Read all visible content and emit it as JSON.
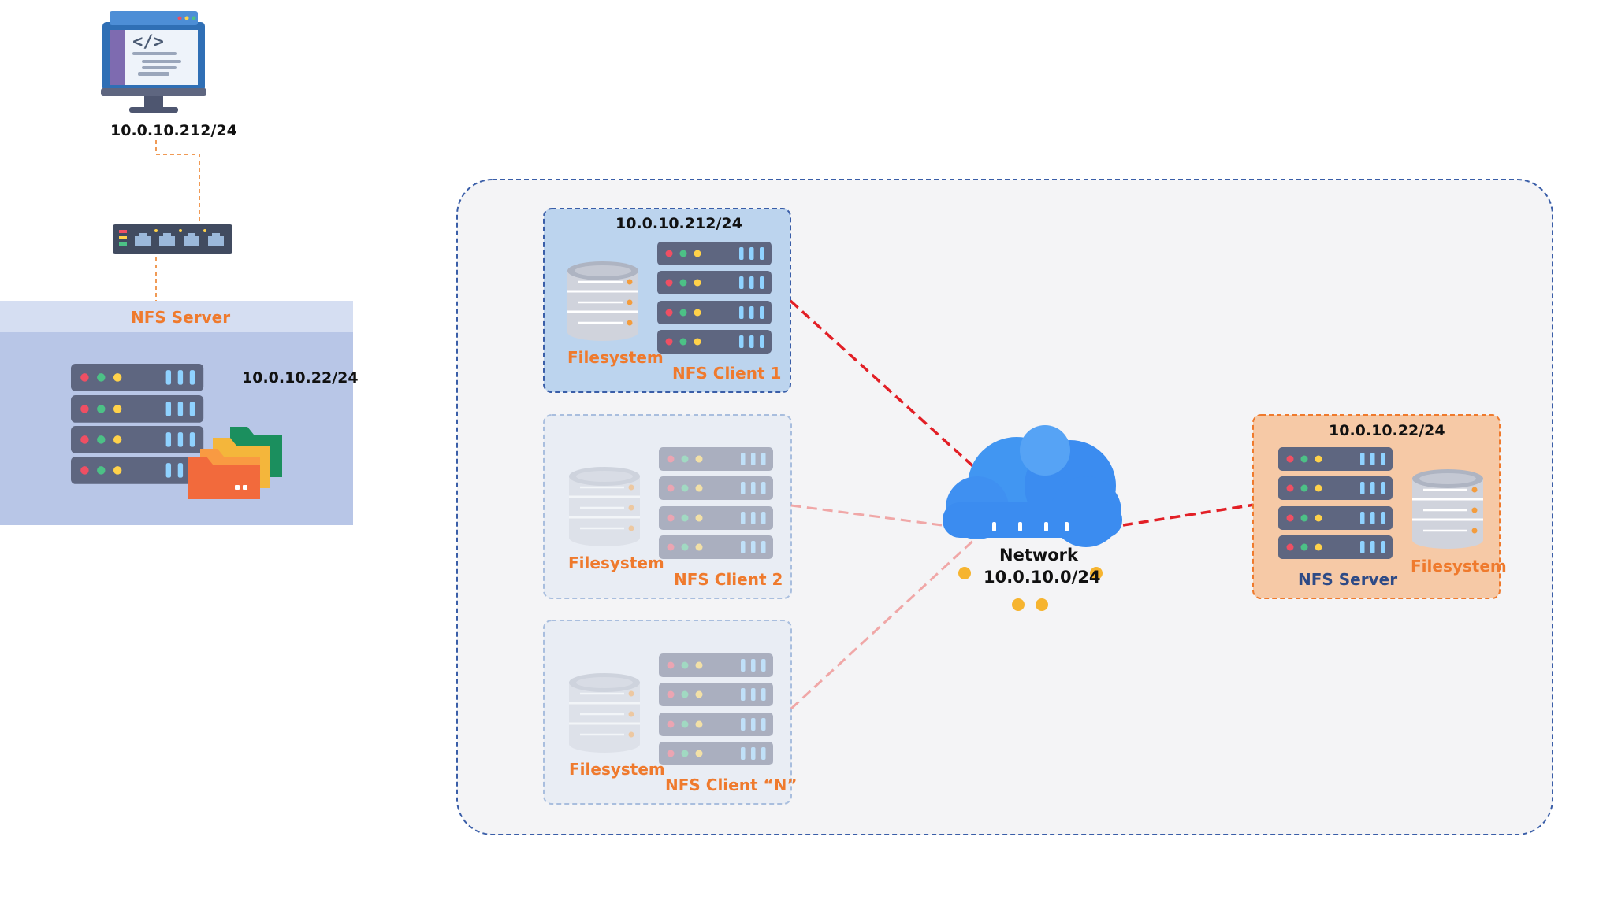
{
  "colors": {
    "accent_orange": "#ef7a2d",
    "navy": "#2d4a86",
    "red_link": "#e21f26",
    "faded_link": "#f0a7a7",
    "cloud_blue": "#3b8cf0",
    "client_box_active": "#bcd4ee",
    "server_box": "#f6c9a6",
    "server_panel": "#b8c6e7"
  },
  "icons": [
    "desktop-monitor-icon",
    "network-switch-icon",
    "server-rack-icon",
    "folder-stack-icon",
    "database-cylinder-icon",
    "cloud-icon"
  ],
  "left": {
    "workstation_ip": "10.0.10.212/24",
    "nfs_server_title": "NFS Server",
    "nfs_server_ip": "10.0.10.22/24"
  },
  "right": {
    "clients": [
      {
        "ip": "10.0.10.212/24",
        "filesystem_label": "Filesystem",
        "name": "NFS Client 1",
        "active": true
      },
      {
        "ip": "",
        "filesystem_label": "Filesystem",
        "name": "NFS Client 2",
        "active": false
      },
      {
        "ip": "",
        "filesystem_label": "Filesystem",
        "name": "NFS Client “N”",
        "active": false
      }
    ],
    "network": {
      "label": "Network",
      "cidr": "10.0.10.0/24"
    },
    "server": {
      "ip": "10.0.10.22/24",
      "name": "NFS Server",
      "filesystem_label": "Filesystem"
    }
  }
}
